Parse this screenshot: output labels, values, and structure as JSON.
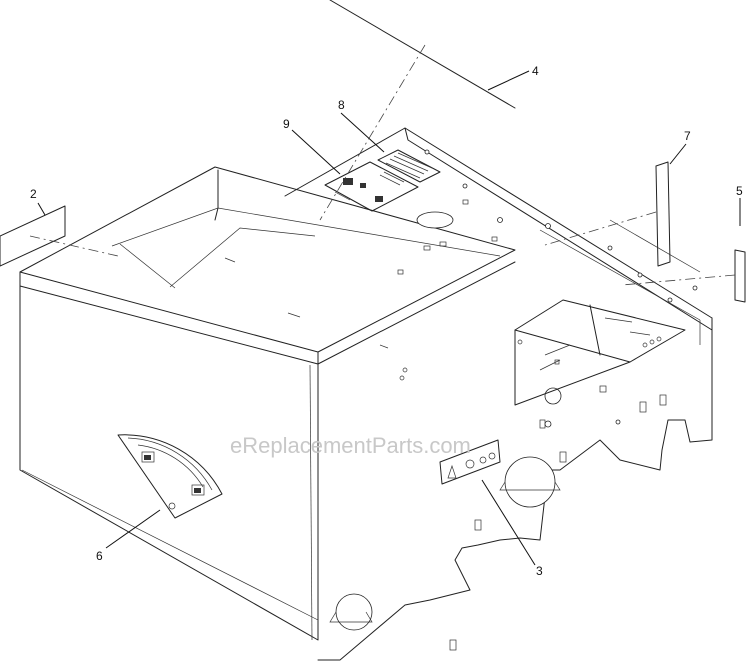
{
  "watermark": "eReplacementParts.com",
  "callouts": {
    "c2": "2",
    "c3": "3",
    "c4": "4",
    "c5": "5",
    "c6": "6",
    "c7": "7",
    "c8": "8",
    "c9": "9"
  }
}
